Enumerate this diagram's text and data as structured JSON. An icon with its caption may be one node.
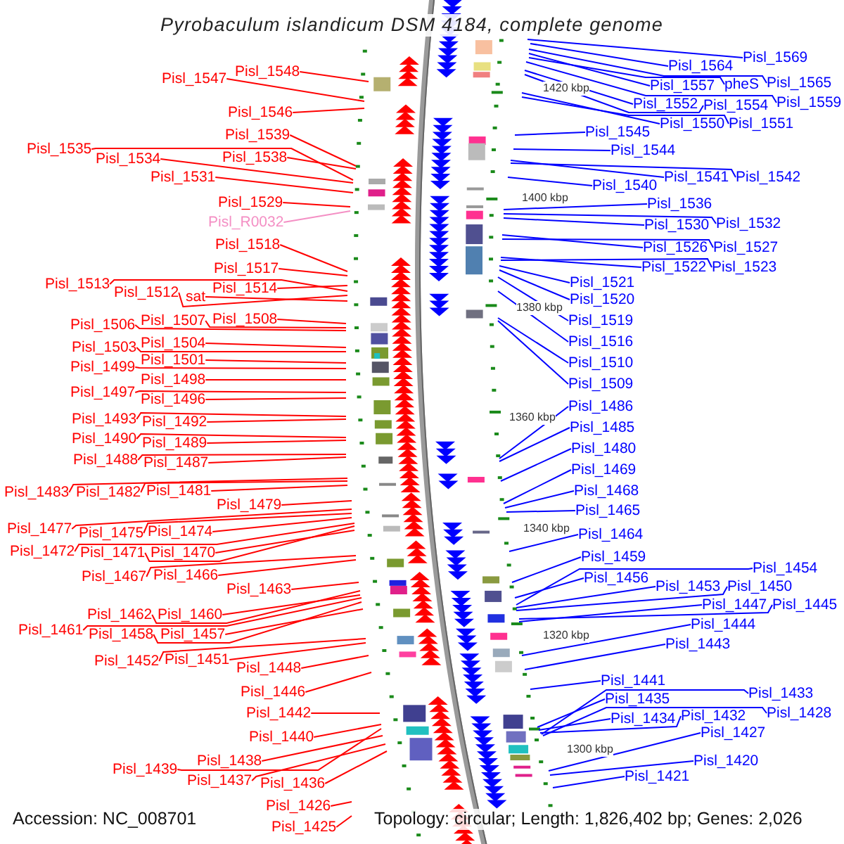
{
  "diagram": {
    "title": "Pyrobaculum islandicum DSM 4184, complete genome",
    "nodes": [
      {
        "text": [
          "Pisl_1548"
        ]
      },
      {
        "text": [
          "Pisl_1547"
        ]
      },
      {
        "text": [
          "Pisl_1546"
        ]
      },
      {
        "text": [
          "Pisl_1539"
        ]
      },
      {
        "text": [
          "Pisl_1538"
        ]
      },
      {
        "text": [
          "Pisl_1535"
        ]
      },
      {
        "text": [
          "Pisl_1534"
        ]
      },
      {
        "text": [
          "Pisl_1531"
        ]
      },
      {
        "text": [
          "Pisl_1529"
        ]
      },
      {
        "text": [
          "Pisl_R0032"
        ]
      },
      {
        "text": [
          "Pisl_1518"
        ]
      },
      {
        "text": [
          "Pisl_1517"
        ]
      },
      {
        "text": [
          "Pisl_1513"
        ]
      },
      {
        "text": [
          "Pisl_1512"
        ]
      },
      {
        "text": [
          "sat"
        ]
      },
      {
        "text": [
          "Pisl_1514"
        ]
      },
      {
        "text": [
          "Pisl_1506"
        ]
      },
      {
        "text": [
          "Pisl_1507"
        ]
      },
      {
        "text": [
          "Pisl_1508"
        ]
      },
      {
        "text": [
          "Pisl_1503"
        ]
      },
      {
        "text": [
          "Pisl_1504"
        ]
      },
      {
        "text": [
          "Pisl_1499"
        ]
      },
      {
        "text": [
          "Pisl_1501"
        ]
      },
      {
        "text": [
          "Pisl_1498"
        ]
      },
      {
        "text": [
          "Pisl_1497"
        ]
      },
      {
        "text": [
          "Pisl_1496"
        ]
      },
      {
        "text": [
          "Pisl_1493"
        ]
      },
      {
        "text": [
          "Pisl_1492"
        ]
      },
      {
        "text": [
          "Pisl_1490"
        ]
      },
      {
        "text": [
          "Pisl_1489"
        ]
      },
      {
        "text": [
          "Pisl_1488"
        ]
      },
      {
        "text": [
          "Pisl_1487"
        ]
      },
      {
        "text": [
          "Pisl_1483"
        ]
      },
      {
        "text": [
          "Pisl_1482"
        ]
      },
      {
        "text": [
          "Pisl_1481"
        ]
      },
      {
        "text": [
          "Pisl_1479"
        ]
      },
      {
        "text": [
          "Pisl_1477"
        ]
      },
      {
        "text": [
          "Pisl_1475"
        ]
      },
      {
        "text": [
          "Pisl_1474"
        ]
      },
      {
        "text": [
          "Pisl_1472"
        ]
      },
      {
        "text": [
          "Pisl_1471"
        ]
      },
      {
        "text": [
          "Pisl_1470"
        ]
      },
      {
        "text": [
          "Pisl_1467"
        ]
      },
      {
        "text": [
          "Pisl_1466"
        ]
      },
      {
        "text": [
          "Pisl_1463"
        ]
      },
      {
        "text": [
          "Pisl_1462"
        ]
      },
      {
        "text": [
          "Pisl_1460"
        ]
      },
      {
        "text": [
          "Pisl_1461"
        ]
      },
      {
        "text": [
          "Pisl_1458"
        ]
      },
      {
        "text": [
          "Pisl_1457"
        ]
      },
      {
        "text": [
          "Pisl_1452"
        ]
      },
      {
        "text": [
          "Pisl_1451"
        ]
      },
      {
        "text": [
          "Pisl_1448"
        ]
      },
      {
        "text": [
          "Pisl_1446"
        ]
      },
      {
        "text": [
          "Pisl_1442"
        ]
      },
      {
        "text": [
          "Pisl_1440"
        ]
      },
      {
        "text": [
          "Pisl_1439"
        ]
      },
      {
        "text": [
          "Pisl_1438"
        ]
      },
      {
        "text": [
          "Pisl_1437"
        ]
      },
      {
        "text": [
          "Pisl_1436"
        ]
      },
      {
        "text": [
          "Pisl_1426"
        ]
      },
      {
        "text": [
          "Pisl_1425"
        ]
      },
      {
        "text": [
          "Pisl_1569"
        ]
      },
      {
        "text": [
          "Pisl_1564"
        ]
      },
      {
        "text": [
          "Pisl_1557"
        ]
      },
      {
        "text": [
          "pheS"
        ]
      },
      {
        "text": [
          "Pisl_1565"
        ]
      },
      {
        "text": [
          "Pisl_1552"
        ]
      },
      {
        "text": [
          "Pisl_1554"
        ]
      },
      {
        "text": [
          "Pisl_1559"
        ]
      },
      {
        "text": [
          "Pisl_1550"
        ]
      },
      {
        "text": [
          "Pisl_1551"
        ]
      },
      {
        "text": [
          "Pisl_1545"
        ]
      },
      {
        "text": [
          "Pisl_1544"
        ]
      },
      {
        "text": [
          "Pisl_1541"
        ]
      },
      {
        "text": [
          "Pisl_1542"
        ]
      },
      {
        "text": [
          "Pisl_1540"
        ]
      },
      {
        "text": [
          "Pisl_1536"
        ]
      },
      {
        "text": [
          "Pisl_1530"
        ]
      },
      {
        "text": [
          "Pisl_1532"
        ]
      },
      {
        "text": [
          "Pisl_1526"
        ]
      },
      {
        "text": [
          "Pisl_1527"
        ]
      },
      {
        "text": [
          "Pisl_1522"
        ]
      },
      {
        "text": [
          "Pisl_1523"
        ]
      },
      {
        "text": [
          "Pisl_1521"
        ]
      },
      {
        "text": [
          "Pisl_1520"
        ]
      },
      {
        "text": [
          "Pisl_1519"
        ]
      },
      {
        "text": [
          "Pisl_1516"
        ]
      },
      {
        "text": [
          "Pisl_1510"
        ]
      },
      {
        "text": [
          "Pisl_1509"
        ]
      },
      {
        "text": [
          "Pisl_1486"
        ]
      },
      {
        "text": [
          "Pisl_1485"
        ]
      },
      {
        "text": [
          "Pisl_1480"
        ]
      },
      {
        "text": [
          "Pisl_1469"
        ]
      },
      {
        "text": [
          "Pisl_1468"
        ]
      },
      {
        "text": [
          "Pisl_1465"
        ]
      },
      {
        "text": [
          "Pisl_1464"
        ]
      },
      {
        "text": [
          "Pisl_1459"
        ]
      },
      {
        "text": [
          "Pisl_1456"
        ]
      },
      {
        "text": [
          "Pisl_1453"
        ]
      },
      {
        "text": [
          "Pisl_1450"
        ]
      },
      {
        "text": [
          "Pisl_1454"
        ]
      },
      {
        "text": [
          "Pisl_1447"
        ]
      },
      {
        "text": [
          "Pisl_1445"
        ]
      },
      {
        "text": [
          "Pisl_1444"
        ]
      },
      {
        "text": [
          "Pisl_1443"
        ]
      },
      {
        "text": [
          "Pisl_1441"
        ]
      },
      {
        "text": [
          "Pisl_1435"
        ]
      },
      {
        "text": [
          "Pisl_1434"
        ]
      },
      {
        "text": [
          "Pisl_1432"
        ]
      },
      {
        "text": [
          "Pisl_1433"
        ]
      },
      {
        "text": [
          "Pisl_1428"
        ]
      },
      {
        "text": [
          "Pisl_1427"
        ]
      },
      {
        "text": [
          "Pisl_1420"
        ]
      },
      {
        "text": [
          "Pisl_1421"
        ]
      }
    ],
    "edges": [
      {
        "from": 0,
        "to": null,
        "arrow": "none"
      },
      {
        "from": 1,
        "to": null,
        "arrow": "none"
      },
      {
        "from": 2,
        "to": null,
        "arrow": "none"
      },
      {
        "from": 3,
        "to": null,
        "arrow": "none"
      },
      {
        "from": 4,
        "to": null,
        "arrow": "none"
      },
      {
        "from": 5,
        "to": null,
        "arrow": "none"
      },
      {
        "from": 6,
        "to": null,
        "arrow": "none"
      },
      {
        "from": 7,
        "to": null,
        "arrow": "none"
      },
      {
        "from": 8,
        "to": null,
        "arrow": "none"
      },
      {
        "from": 9,
        "to": null,
        "arrow": "none",
        "color": "#f48fc4"
      },
      {
        "from": 10,
        "to": null,
        "arrow": "none"
      },
      {
        "from": 11,
        "to": null,
        "arrow": "none"
      },
      {
        "from": 12,
        "to": null,
        "arrow": "none"
      },
      {
        "from": 13,
        "to": null,
        "arrow": "none"
      },
      {
        "from": 14,
        "to": null,
        "arrow": "none"
      },
      {
        "from": 15,
        "to": null,
        "arrow": "none"
      },
      {
        "from": 16,
        "to": null,
        "arrow": "none"
      },
      {
        "from": 17,
        "to": null,
        "arrow": "none"
      },
      {
        "from": 18,
        "to": null,
        "arrow": "none"
      },
      {
        "from": 19,
        "to": null,
        "arrow": "none"
      },
      {
        "from": 20,
        "to": null,
        "arrow": "none"
      },
      {
        "from": 21,
        "to": null,
        "arrow": "none"
      },
      {
        "from": 22,
        "to": null,
        "arrow": "none"
      },
      {
        "from": 23,
        "to": null,
        "arrow": "none"
      },
      {
        "from": 24,
        "to": null,
        "arrow": "none"
      },
      {
        "from": 25,
        "to": null,
        "arrow": "none"
      },
      {
        "from": 26,
        "to": null,
        "arrow": "none"
      },
      {
        "from": 27,
        "to": null,
        "arrow": "none"
      },
      {
        "from": 28,
        "to": null,
        "arrow": "none"
      },
      {
        "from": 29,
        "to": null,
        "arrow": "none"
      },
      {
        "from": 30,
        "to": null,
        "arrow": "none"
      },
      {
        "from": 31,
        "to": null,
        "arrow": "none"
      },
      {
        "from": 32,
        "to": null,
        "arrow": "none"
      },
      {
        "from": 33,
        "to": null,
        "arrow": "none"
      },
      {
        "from": 34,
        "to": null,
        "arrow": "none"
      },
      {
        "from": 35,
        "to": null,
        "arrow": "none"
      },
      {
        "from": 36,
        "to": null,
        "arrow": "none"
      },
      {
        "from": 37,
        "to": null,
        "arrow": "none"
      },
      {
        "from": 38,
        "to": null,
        "arrow": "none"
      },
      {
        "from": 39,
        "to": null,
        "arrow": "none"
      },
      {
        "from": 40,
        "to": null,
        "arrow": "none"
      },
      {
        "from": 41,
        "to": null,
        "arrow": "none"
      },
      {
        "from": 42,
        "to": null,
        "arrow": "none"
      },
      {
        "from": 43,
        "to": null,
        "arrow": "none"
      },
      {
        "from": 44,
        "to": null,
        "arrow": "none"
      },
      {
        "from": 45,
        "to": null,
        "arrow": "none"
      },
      {
        "from": 46,
        "to": null,
        "arrow": "none"
      },
      {
        "from": 47,
        "to": null,
        "arrow": "none"
      },
      {
        "from": 48,
        "to": null,
        "arrow": "none"
      },
      {
        "from": 49,
        "to": null,
        "arrow": "none"
      },
      {
        "from": 50,
        "to": null,
        "arrow": "none"
      },
      {
        "from": 51,
        "to": null,
        "arrow": "none"
      },
      {
        "from": 52,
        "to": null,
        "arrow": "none"
      },
      {
        "from": 53,
        "to": null,
        "arrow": "none"
      },
      {
        "from": 54,
        "to": null,
        "arrow": "none"
      },
      {
        "from": 55,
        "to": null,
        "arrow": "none"
      },
      {
        "from": 56,
        "to": null,
        "arrow": "none"
      },
      {
        "from": 57,
        "to": null,
        "arrow": "none"
      },
      {
        "from": 58,
        "to": null,
        "arrow": "none"
      },
      {
        "from": 59,
        "to": null,
        "arrow": "none"
      },
      {
        "from": 60,
        "to": null,
        "arrow": "none"
      },
      {
        "from": 61,
        "to": null,
        "arrow": "none"
      },
      {
        "from": 62,
        "to": null,
        "arrow": "none",
        "color": "#0000ff"
      },
      {
        "from": 63,
        "to": null,
        "arrow": "none",
        "color": "#0000ff"
      },
      {
        "from": 64,
        "to": null,
        "arrow": "none",
        "color": "#0000ff"
      },
      {
        "from": 65,
        "to": null,
        "arrow": "none",
        "color": "#0000ff"
      },
      {
        "from": 66,
        "to": null,
        "arrow": "none",
        "color": "#0000ff"
      },
      {
        "from": 67,
        "to": null,
        "arrow": "none",
        "color": "#0000ff"
      },
      {
        "from": 68,
        "to": null,
        "arrow": "none",
        "color": "#0000ff"
      },
      {
        "from": 69,
        "to": null,
        "arrow": "none",
        "color": "#0000ff"
      },
      {
        "from": 70,
        "to": null,
        "arrow": "none",
        "color": "#0000ff"
      },
      {
        "from": 71,
        "to": null,
        "arrow": "none",
        "color": "#0000ff"
      },
      {
        "from": 72,
        "to": null,
        "arrow": "none",
        "color": "#0000ff"
      },
      {
        "from": 73,
        "to": null,
        "arrow": "none",
        "color": "#0000ff"
      },
      {
        "from": 74,
        "to": null,
        "arrow": "none",
        "color": "#0000ff"
      },
      {
        "from": 75,
        "to": null,
        "arrow": "none",
        "color": "#0000ff"
      },
      {
        "from": 76,
        "to": null,
        "arrow": "none",
        "color": "#0000ff"
      },
      {
        "from": 77,
        "to": null,
        "arrow": "none",
        "color": "#0000ff"
      },
      {
        "from": 78,
        "to": null,
        "arrow": "none",
        "color": "#0000ff"
      },
      {
        "from": 79,
        "to": null,
        "arrow": "none",
        "color": "#0000ff"
      },
      {
        "from": 80,
        "to": null,
        "arrow": "none",
        "color": "#0000ff"
      },
      {
        "from": 81,
        "to": null,
        "arrow": "none",
        "color": "#0000ff"
      },
      {
        "from": 82,
        "to": null,
        "arrow": "none",
        "color": "#0000ff"
      },
      {
        "from": 83,
        "to": null,
        "arrow": "none",
        "color": "#0000ff"
      },
      {
        "from": 84,
        "to": null,
        "arrow": "none",
        "color": "#0000ff"
      },
      {
        "from": 85,
        "to": null,
        "arrow": "none",
        "color": "#0000ff"
      },
      {
        "from": 86,
        "to": null,
        "arrow": "none",
        "color": "#0000ff"
      },
      {
        "from": 87,
        "to": null,
        "arrow": "none",
        "color": "#0000ff"
      },
      {
        "from": 88,
        "to": null,
        "arrow": "none",
        "color": "#0000ff"
      },
      {
        "from": 89,
        "to": null,
        "arrow": "none",
        "color": "#0000ff"
      },
      {
        "from": 90,
        "to": null,
        "arrow": "none",
        "color": "#0000ff"
      },
      {
        "from": 91,
        "to": null,
        "arrow": "none",
        "color": "#0000ff"
      },
      {
        "from": 92,
        "to": null,
        "arrow": "none",
        "color": "#0000ff"
      },
      {
        "from": 93,
        "to": null,
        "arrow": "none",
        "color": "#0000ff"
      },
      {
        "from": 94,
        "to": null,
        "arrow": "none",
        "color": "#0000ff"
      },
      {
        "from": 95,
        "to": null,
        "arrow": "none",
        "color": "#0000ff"
      },
      {
        "from": 96,
        "to": null,
        "arrow": "none",
        "color": "#0000ff"
      },
      {
        "from": 97,
        "to": null,
        "arrow": "none",
        "color": "#0000ff"
      },
      {
        "from": 98,
        "to": null,
        "arrow": "none",
        "color": "#0000ff"
      },
      {
        "from": 99,
        "to": null,
        "arrow": "none",
        "color": "#0000ff"
      },
      {
        "from": 100,
        "to": null,
        "arrow": "none",
        "color": "#0000ff"
      },
      {
        "from": 101,
        "to": null,
        "arrow": "none",
        "color": "#0000ff"
      },
      {
        "from": 102,
        "to": null,
        "arrow": "none",
        "color": "#0000ff"
      },
      {
        "from": 103,
        "to": null,
        "arrow": "none",
        "color": "#0000ff"
      },
      {
        "from": 104,
        "to": null,
        "arrow": "none",
        "color": "#0000ff"
      },
      {
        "from": 105,
        "to": null,
        "arrow": "none",
        "color": "#0000ff"
      },
      {
        "from": 106,
        "to": null,
        "arrow": "none",
        "color": "#0000ff"
      },
      {
        "from": 107,
        "to": null,
        "arrow": "none",
        "color": "#0000ff"
      },
      {
        "from": 108,
        "to": null,
        "arrow": "none",
        "color": "#0000ff"
      },
      {
        "from": 109,
        "to": null,
        "arrow": "none",
        "color": "#0000ff"
      },
      {
        "from": 110,
        "to": null,
        "arrow": "none",
        "color": "#0000ff"
      },
      {
        "from": 111,
        "to": null,
        "arrow": "none",
        "color": "#0000ff"
      },
      {
        "from": 112,
        "to": null,
        "arrow": "none",
        "color": "#0000ff"
      },
      {
        "from": 113,
        "to": null,
        "arrow": "none",
        "color": "#0000ff"
      },
      {
        "from": 114,
        "to": null,
        "arrow": "none",
        "color": "#0000ff"
      }
    ],
    "labels": [
      "1420 kbp",
      "1400 kbp",
      "1380 kbp",
      "1360 kbp",
      "1340 kbp",
      "1320 kbp",
      "1300 kbp",
      "Accession: NC_008701",
      "Topology: circular; Length: 1,826,402 bp; Genes: 2,026"
    ]
  }
}
